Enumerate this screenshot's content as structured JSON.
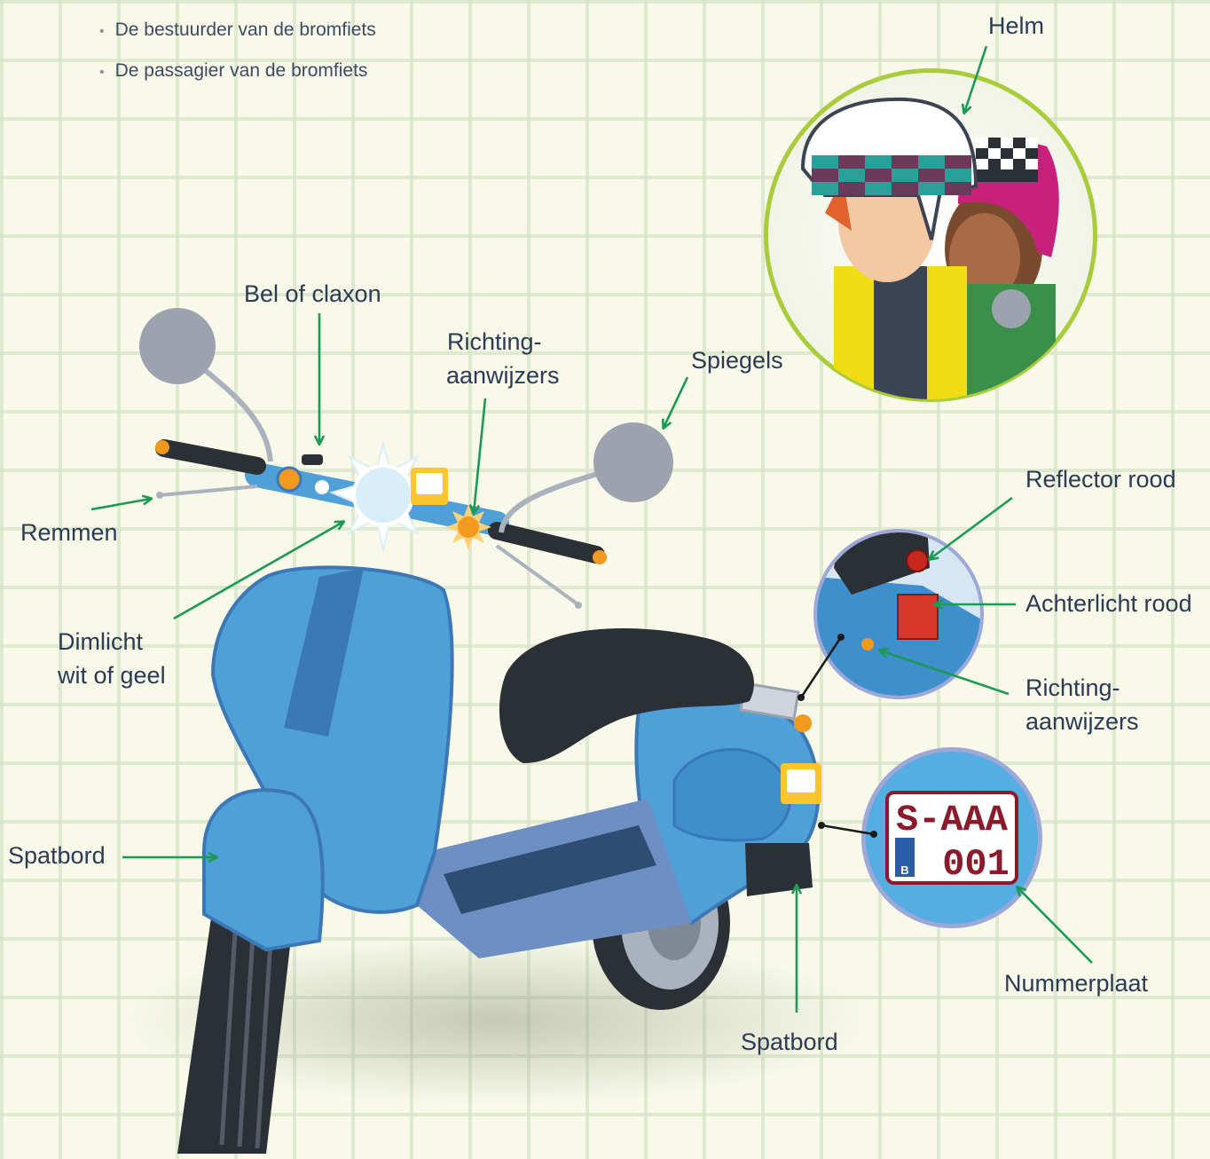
{
  "bullets": [
    "De bestuurder van de bromfiets",
    "De passagier van de bromfiets"
  ],
  "labels": {
    "helm": "Helm",
    "bel": "Bel of claxon",
    "richting_voor_1": "Richting-",
    "richting_voor_2": "aanwijzers",
    "spiegels": "Spiegels",
    "remmen": "Remmen",
    "dimlicht_1": "Dimlicht",
    "dimlicht_2": "wit of geel",
    "reflector": "Reflector rood",
    "achterlicht": "Achterlicht rood",
    "richting_achter_1": "Richting-",
    "richting_achter_2": "aanwijzers",
    "spatbord_voor": "Spatbord",
    "spatbord_achter": "Spatbord",
    "nummerplaat": "Nummerplaat"
  },
  "plate": {
    "line1": "S-AAA",
    "line2": "001",
    "country": "B"
  },
  "colors": {
    "arrow": "#1a9a55",
    "scooter_body": "#4f9fd8",
    "scooter_dark": "#3c78b5",
    "seat": "#2b2f36",
    "indicator": "#f39a1e",
    "plate_red": "#8b1a2b",
    "circle_ring": "#a8cc3c"
  }
}
